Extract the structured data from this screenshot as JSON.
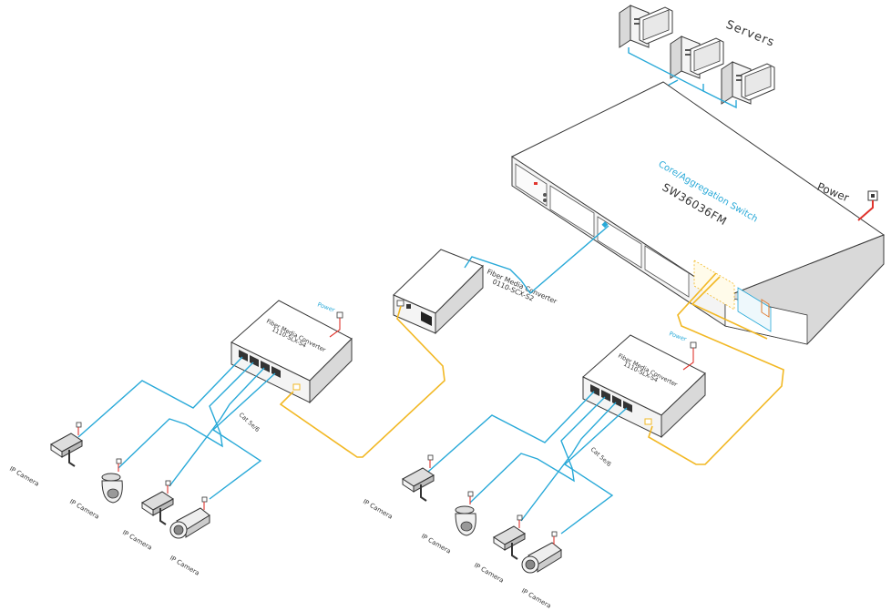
{
  "labels": {
    "servers": "Servers",
    "core_title": "Core/Aggregation Switch",
    "core_model": "SW36036FM",
    "power": "Power",
    "fmc_center_name": "Fiber Media Converter",
    "fmc_center_model": "0110-SCX-S2",
    "fmc_left_name": "Fiber Media Converter",
    "fmc_left_model": "1110-SLX-S4",
    "fmc_right_name": "Fiber Media Converter",
    "fmc_right_model": "1110-SLX-S4",
    "power_small": "Power",
    "cat_cable": "Cat 5e/6",
    "ip_camera": "IP Camera"
  },
  "colors": {
    "ethernet": "#28a9d8",
    "fiber": "#f2b824",
    "power": "#e0342d",
    "outline": "#3a3a3a"
  }
}
